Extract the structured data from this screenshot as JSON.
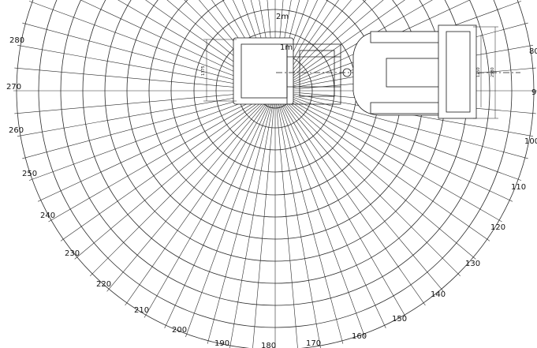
{
  "diagram": {
    "ring_labels": {
      "r1": "1m",
      "r2": "2m"
    },
    "bearing_labels": [
      {
        "id": "b80",
        "text": "80"
      },
      {
        "id": "b90",
        "text": "9"
      },
      {
        "id": "b100",
        "text": "100"
      },
      {
        "id": "b110",
        "text": "110"
      },
      {
        "id": "b120",
        "text": "120"
      },
      {
        "id": "b130",
        "text": "130"
      },
      {
        "id": "b140",
        "text": "140"
      },
      {
        "id": "b150",
        "text": "150"
      },
      {
        "id": "b160",
        "text": "160"
      },
      {
        "id": "b170",
        "text": "170"
      },
      {
        "id": "b180",
        "text": "180"
      },
      {
        "id": "b190",
        "text": "190"
      },
      {
        "id": "b200",
        "text": "200"
      },
      {
        "id": "b210",
        "text": "210"
      },
      {
        "id": "b220",
        "text": "220"
      },
      {
        "id": "b230",
        "text": "230"
      },
      {
        "id": "b240",
        "text": "240"
      },
      {
        "id": "b250",
        "text": "250"
      },
      {
        "id": "b260",
        "text": "260"
      },
      {
        "id": "b270",
        "text": "270"
      },
      {
        "id": "b280",
        "text": "280"
      }
    ],
    "dimension_labels": {
      "seat_width": "1375",
      "bucket_inner": "1250",
      "bucket_outer": "2580"
    },
    "colors": {
      "line": "#222222",
      "background": "#ffffff"
    }
  }
}
